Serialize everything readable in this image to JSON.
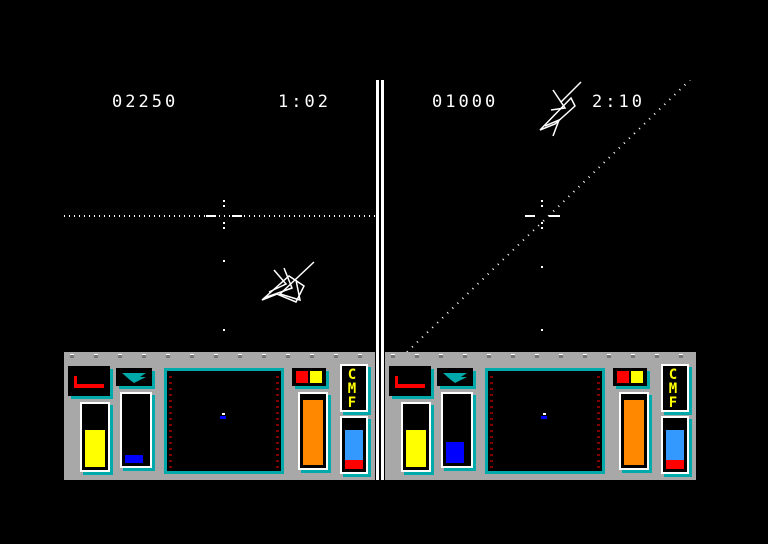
{
  "player1": {
    "score": "02250",
    "timer": "1:02"
  },
  "player2": {
    "score": "01000",
    "timer": "2:10"
  },
  "cockpit": {
    "left": {
      "fuel_level": 0.62,
      "throttle_level": 0.12,
      "gauge_level": 0.95,
      "shield_level": 0.82,
      "damage_level": 0.18,
      "cmf": [
        "C",
        "M",
        "F"
      ]
    },
    "right": {
      "fuel_level": 0.62,
      "throttle_level": 0.32,
      "gauge_level": 0.95,
      "shield_level": 0.82,
      "damage_level": 0.18,
      "cmf": [
        "C",
        "M",
        "F"
      ]
    }
  },
  "colors": {
    "yellow": "#ffff00",
    "blue": "#0000ff",
    "orange": "#ff8800",
    "red": "#ff0000",
    "cyan": "#00aaaa",
    "panel_grey": "#a8a8a8",
    "light_blue": "#3399ff"
  },
  "icons": [
    "crosshair-icon",
    "enemy-jet-icon",
    "horizon-indicator-icon",
    "radar-blip-icon"
  ]
}
